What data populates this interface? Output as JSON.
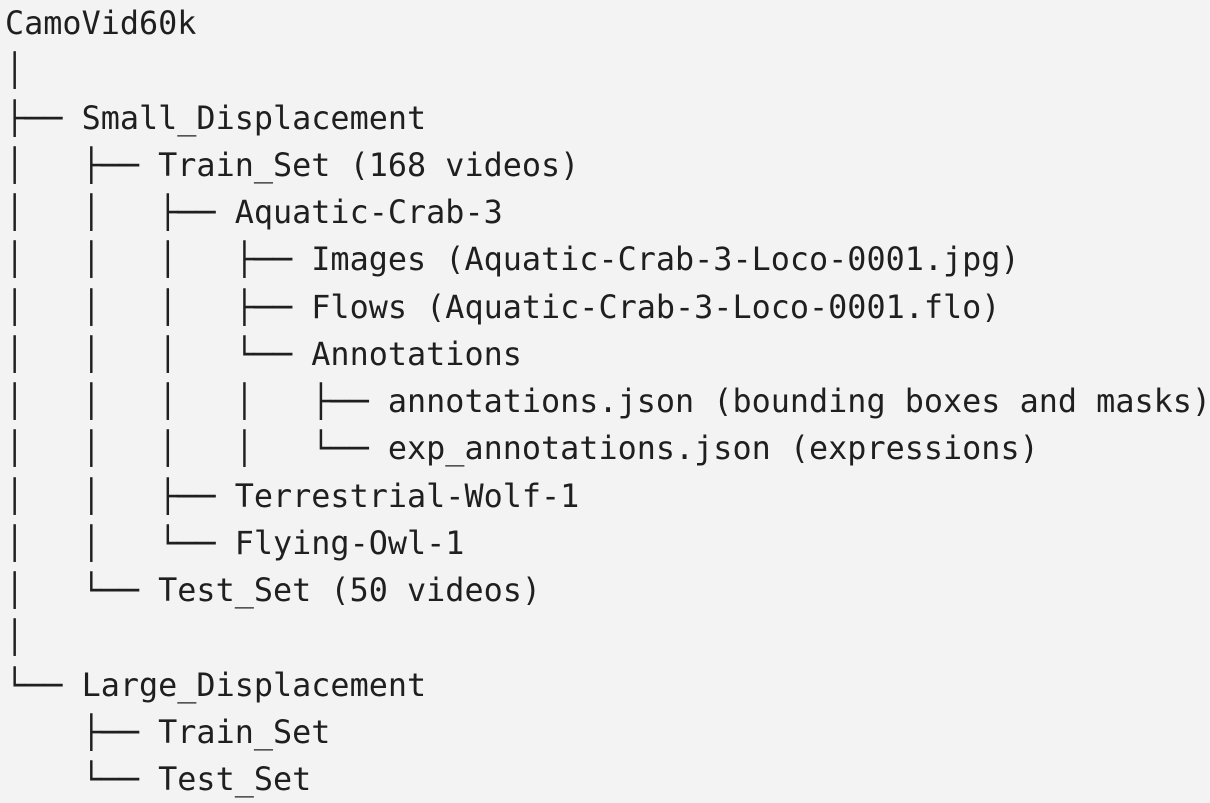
{
  "background": "#f3f3f3",
  "text_color": "#1f1f1f",
  "lines": [
    "CamoVid60k",
    "│",
    "├── Small_Displacement",
    "│   ├── Train_Set (168 videos)",
    "│   │   ├── Aquatic-Crab-3",
    "│   │   │   ├── Images (Aquatic-Crab-3-Loco-0001.jpg)",
    "│   │   │   ├── Flows (Aquatic-Crab-3-Loco-0001.flo)",
    "│   │   │   └── Annotations",
    "│   │   │   │   ├── annotations.json (bounding boxes and masks)",
    "│   │   │   │   └── exp_annotations.json (expressions)",
    "│   │   ├── Terrestrial-Wolf-1",
    "│   │   └── Flying-Owl-1",
    "│   └── Test_Set (50 videos)",
    "│",
    "└── Large_Displacement",
    "    ├── Train_Set",
    "    └── Test_Set"
  ]
}
